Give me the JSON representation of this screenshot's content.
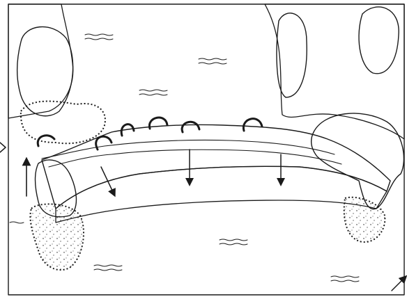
{
  "figure": {
    "ink_color": "#1a1a1a",
    "paper_color": "#ffffff",
    "patterns": [
      "caret-v-pattern",
      "stipple-pattern",
      "dense-stipple-pattern",
      "horizontal-hatch-pattern"
    ],
    "icons": [
      "arrow-up-icon",
      "arrow-down-icon",
      "arrow-diagonal-icon"
    ]
  }
}
